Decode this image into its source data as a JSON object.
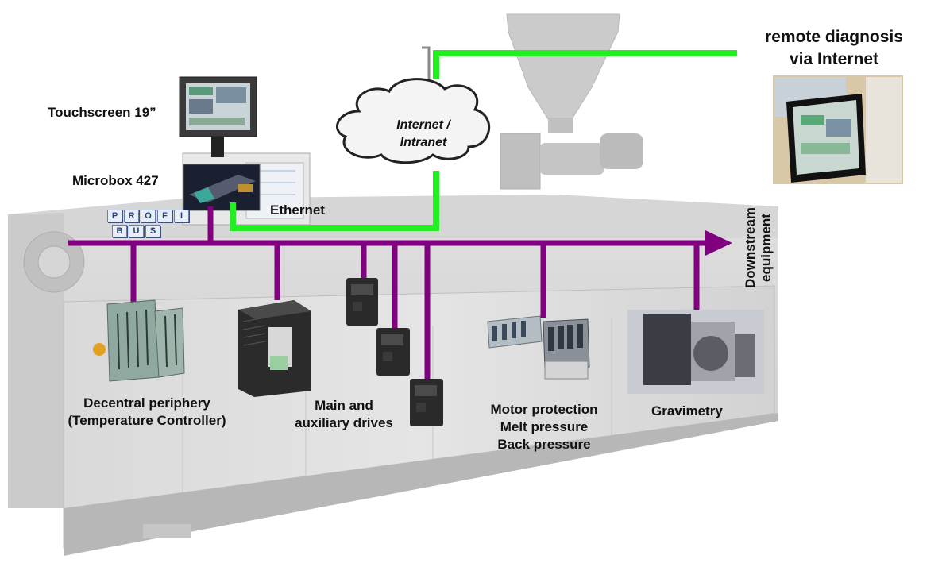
{
  "labels": {
    "remote_line1": "remote diagnosis",
    "remote_line2": "via Internet",
    "touchscreen": "Touchscreen 19”",
    "microbox": "Microbox 427",
    "ethernet": "Ethernet",
    "cloud_line1": "Internet /",
    "cloud_line2": "Intranet",
    "downstream_line1": "Downstream",
    "downstream_line2": "equipment",
    "decentral_line1": "Decentral periphery",
    "decentral_line2": "(Temperature Controller)",
    "drives_line1": "Main and",
    "drives_line2": "auxiliary drives",
    "motor_line1": "Motor protection",
    "motor_line2": "Melt pressure",
    "motor_line3": "Back pressure",
    "gravimetry": "Gravimetry"
  },
  "profibus": {
    "row1": [
      "P",
      "R",
      "O",
      "F",
      "I"
    ],
    "row2": [
      "B",
      "U",
      "S"
    ]
  },
  "colors": {
    "bus": "#800080",
    "ethernet": "#22ee22",
    "machine": "#cfcfcf"
  }
}
